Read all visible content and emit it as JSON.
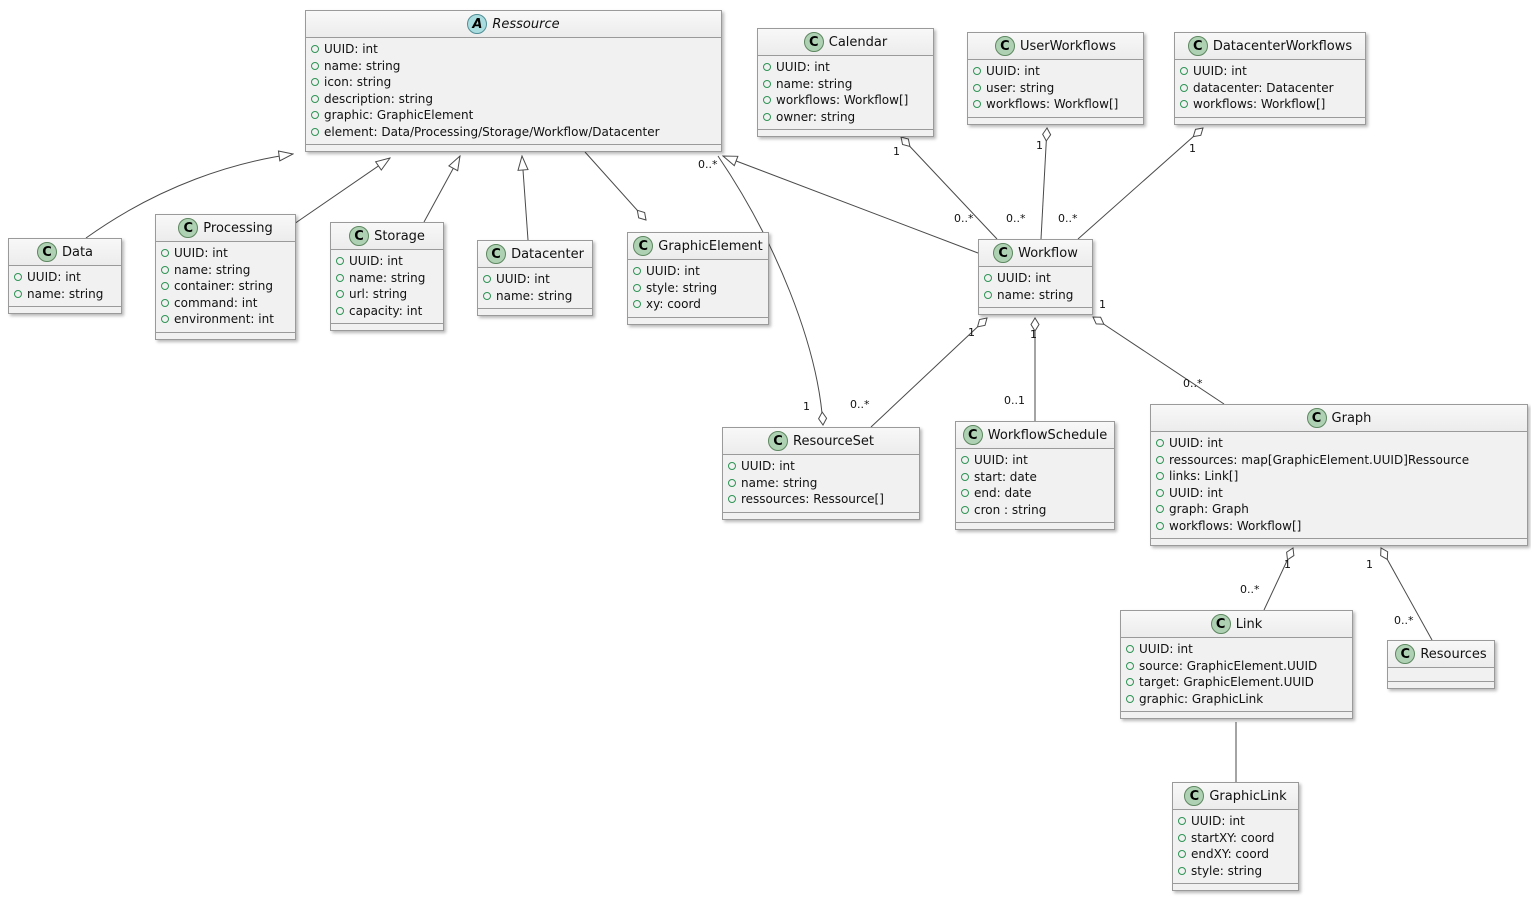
{
  "diagram_type": "UML class diagram",
  "icons": {
    "class_letter": "C",
    "abstract_letter": "A",
    "field_bullet": "public-field-circle-icon"
  },
  "colors": {
    "class_icon_bg": "#ADD1B2",
    "abstract_icon_bg": "#A9DCDF",
    "box_bg": "#F1F1F1",
    "box_border": "#9a9a9a",
    "field_bullet_green": "#2E9455",
    "edge_line": "#4a4a4a"
  },
  "classes": {
    "ressource": {
      "name": "Ressource",
      "kind": "abstract",
      "attributes": [
        "UUID: int",
        "name: string",
        "icon: string",
        "description: string",
        "graphic: GraphicElement",
        "element: Data/Processing/Storage/Workflow/Datacenter"
      ]
    },
    "calendar": {
      "name": "Calendar",
      "kind": "class",
      "attributes": [
        "UUID: int",
        "name: string",
        "workflows: Workflow[]",
        "owner: string"
      ]
    },
    "userworkflows": {
      "name": "UserWorkflows",
      "kind": "class",
      "attributes": [
        "UUID: int",
        "user: string",
        "workflows: Workflow[]"
      ]
    },
    "datacenterworkflows": {
      "name": "DatacenterWorkflows",
      "kind": "class",
      "attributes": [
        "UUID: int",
        "datacenter: Datacenter",
        "workflows: Workflow[]"
      ]
    },
    "data": {
      "name": "Data",
      "kind": "class",
      "attributes": [
        "UUID: int",
        "name: string"
      ]
    },
    "processing": {
      "name": "Processing",
      "kind": "class",
      "attributes": [
        "UUID: int",
        "name: string",
        "container: string",
        "command: int",
        "environment: int"
      ]
    },
    "storage": {
      "name": "Storage",
      "kind": "class",
      "attributes": [
        "UUID: int",
        "name: string",
        "url: string",
        "capacity: int"
      ]
    },
    "datacenter": {
      "name": "Datacenter",
      "kind": "class",
      "attributes": [
        "UUID: int",
        "name: string"
      ]
    },
    "graphicelement": {
      "name": "GraphicElement",
      "kind": "class",
      "attributes": [
        "UUID: int",
        "style: string",
        "xy: coord"
      ]
    },
    "workflow": {
      "name": "Workflow",
      "kind": "class",
      "attributes": [
        "UUID: int",
        "name: string"
      ]
    },
    "resourceset": {
      "name": "ResourceSet",
      "kind": "class",
      "attributes": [
        "UUID: int",
        "name: string",
        "ressources: Ressource[]"
      ]
    },
    "workflowschedule": {
      "name": "WorkflowSchedule",
      "kind": "class",
      "attributes": [
        "UUID: int",
        "start: date",
        "end: date",
        "cron : string"
      ]
    },
    "graph": {
      "name": "Graph",
      "kind": "class",
      "attributes": [
        "UUID: int",
        "ressources: map[GraphicElement.UUID]Ressource",
        "links: Link[]",
        "UUID: int",
        "graph: Graph",
        "workflows: Workflow[]"
      ]
    },
    "link": {
      "name": "Link",
      "kind": "class",
      "attributes": [
        "UUID: int",
        "source: GraphicElement.UUID",
        "target: GraphicElement.UUID",
        "graphic: GraphicLink"
      ]
    },
    "resources": {
      "name": "Resources",
      "kind": "class",
      "attributes": []
    },
    "graphiclink": {
      "name": "GraphicLink",
      "kind": "class",
      "attributes": [
        "UUID: int",
        "startXY: coord",
        "endXY: coord",
        "style: string"
      ]
    }
  },
  "relationships": [
    {
      "type": "extends",
      "from": "Data",
      "to": "Ressource"
    },
    {
      "type": "extends",
      "from": "Processing",
      "to": "Ressource"
    },
    {
      "type": "extends",
      "from": "Storage",
      "to": "Ressource"
    },
    {
      "type": "extends",
      "from": "Datacenter",
      "to": "Ressource"
    },
    {
      "type": "extends",
      "from": "Workflow",
      "to": "Ressource"
    },
    {
      "type": "aggregation",
      "whole": "GraphicElement",
      "part": "Ressource"
    },
    {
      "type": "aggregation",
      "whole": "ResourceSet",
      "part": "Ressource",
      "whole_label": "1",
      "part_label": "0..*"
    },
    {
      "type": "aggregation",
      "whole": "Calendar",
      "part": "Workflow",
      "whole_label": "1",
      "part_label": "0..*"
    },
    {
      "type": "aggregation",
      "whole": "UserWorkflows",
      "part": "Workflow",
      "whole_label": "1",
      "part_label": "0..*"
    },
    {
      "type": "aggregation",
      "whole": "DatacenterWorkflows",
      "part": "Workflow",
      "whole_label": "1",
      "part_label": "0..*"
    },
    {
      "type": "aggregation",
      "whole": "Workflow",
      "part": "ResourceSet",
      "whole_label": "1",
      "part_label": "0..*"
    },
    {
      "type": "aggregation",
      "whole": "Workflow",
      "part": "WorkflowSchedule",
      "whole_label": "1",
      "part_label": "0..1"
    },
    {
      "type": "aggregation",
      "whole": "Workflow",
      "part": "Graph",
      "whole_label": "1",
      "part_label": "0..*"
    },
    {
      "type": "aggregation",
      "whole": "Graph",
      "part": "Link",
      "whole_label": "1",
      "part_label": "0..*"
    },
    {
      "type": "aggregation",
      "whole": "Graph",
      "part": "Resources",
      "whole_label": "1",
      "part_label": "0..*"
    },
    {
      "type": "association",
      "from": "Link",
      "to": "GraphicLink"
    }
  ]
}
